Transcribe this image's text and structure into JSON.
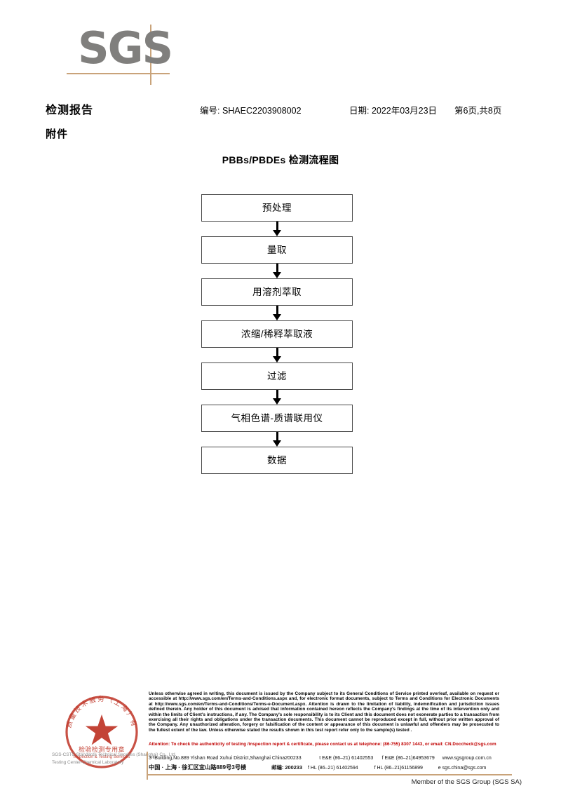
{
  "logo": {
    "brand": "SGS"
  },
  "header": {
    "report_title": "检测报告",
    "report_no": "编号: SHAEC2203908002",
    "date": "日期: 2022年03月23日",
    "page": "第6页,共8页",
    "attachment_label": "附件"
  },
  "flowchart": {
    "title": "PBBs/PBDEs 检测流程图",
    "steps": [
      {
        "label": "预处理"
      },
      {
        "label": "量取"
      },
      {
        "label": "用溶剂萃取"
      },
      {
        "label": "浓缩/稀释萃取液"
      },
      {
        "label": "过滤"
      },
      {
        "label": "气相色谱-质谱联用仪"
      },
      {
        "label": "数据"
      }
    ]
  },
  "stamp": {
    "outer_text_cn": "上海市质量技术服务（上海）有限公司",
    "inner_text_cn": "检验检测专用章",
    "inner_text_en": "Inspection & Testing Services",
    "overlay_line1": "SGS-CSTC Standards Technical Services (Shanghai) Co., Ltd.",
    "overlay_line2": "Testing Center-Chemical Laboratory",
    "color": "#c0392b"
  },
  "footer": {
    "legal_text": "Unless otherwise agreed in writing, this document is issued by the Company subject to its General Conditions of Service printed overleaf, available on request or accessible at http://www.sgs.com/en/Terms-and-Conditions.aspx and, for electronic format documents, subject to Terms and Conditions for Electronic Documents at http://www.sgs.com/en/Terms-and-Conditions/Terms-e-Document.aspx. Attention is drawn to the limitation of liability, indemnification and jurisdiction issues defined therein. Any holder of this document is advised that information contained hereon reflects the Company's findings at the time of its intervention only and within the limits of Client's instructions, if any. The Company's sole responsibility is to its Client and this document does not exonerate parties to a transaction from exercising all their rights and obligations under the transaction documents. This document cannot be reproduced except in full, without prior written approval of the Company. Any unauthorized alteration, forgery or falsification of the content or appearance of this document is unlawful and offenders may be prosecuted to the fullest extent of the law. Unless otherwise stated the results shown in this test report refer only to the sample(s) tested .",
    "attention_text": "Attention: To check the authenticity of testing /inspection report & certificate, please contact us at telephone: (86-755) 8307 1443, or email: CN.Doccheck@sgs.com",
    "attention_color": "#c00000",
    "address": {
      "en_address": "3ʳᵈBuilding,No.889 Yishan Road Xuhui District,Shanghai China",
      "en_zip": "200233",
      "en_tel": "t E&E (86–21) 61402553",
      "en_fax": "f E&E (86–21)64953679",
      "en_web": "www.sgsgroup.com.cn",
      "cn_address": "中国 · 上海 · 徐汇区宜山路889号3号楼",
      "cn_zip": "邮编: 200233",
      "cn_tel": "f HL (86–21) 61402594",
      "cn_fax": "f HL (86–21)61156899",
      "cn_email": "e sgs.china@sgs.com"
    },
    "member_line": "Member of the SGS Group (SGS SA)"
  }
}
